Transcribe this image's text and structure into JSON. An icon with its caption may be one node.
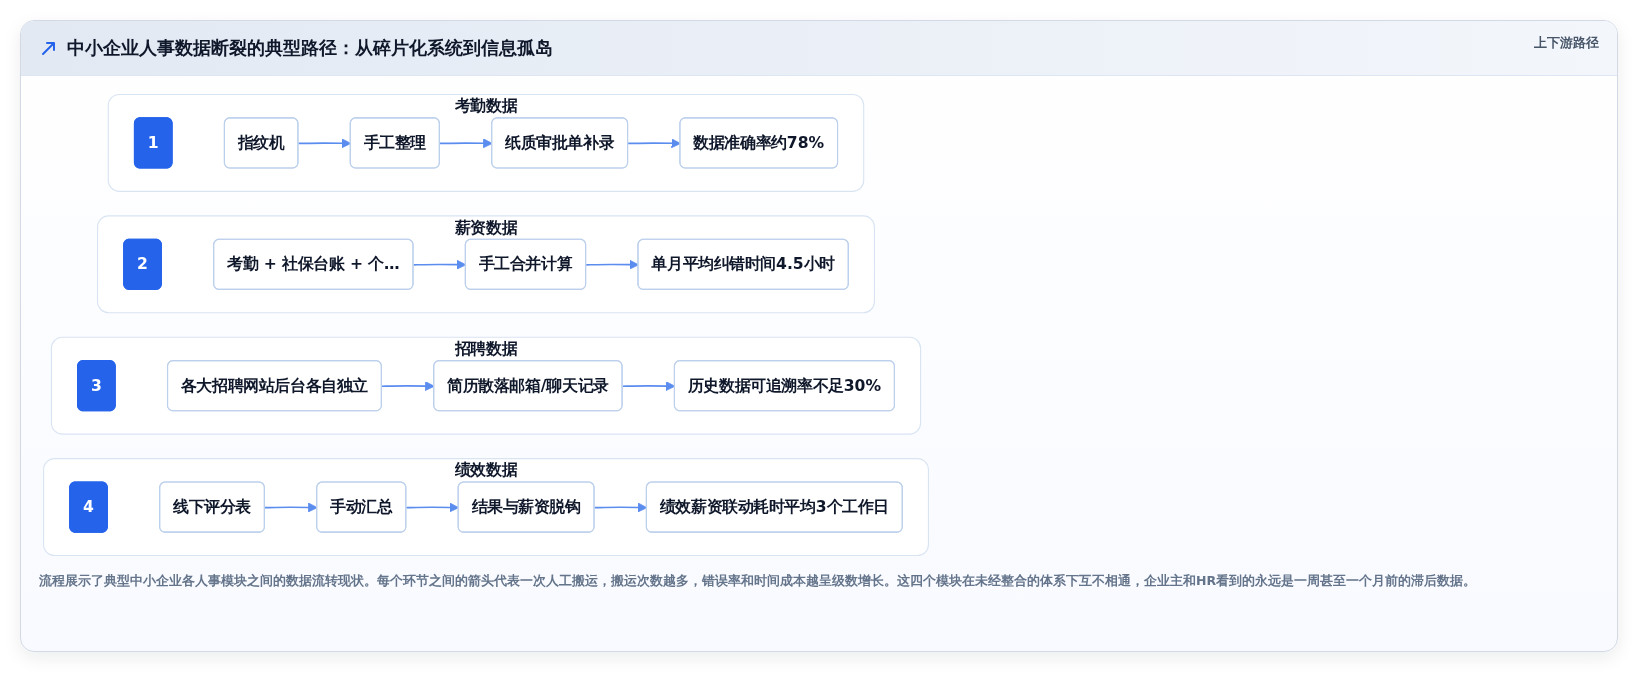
{
  "diagram": {
    "title": "中小企业人事数据断裂的典型路径：从碎片化系统到信息孤岛",
    "caption": "流程展示了典型中小企业各人事模块之间的数据流转现状。每个环节之间的箭头代表一次人工搬运，搬运次数越多，错误率和时间成本越呈级数增长。这四个模块在未经整合的体系下互不相通，企业主和HR看到的永远是一周甚至一个月前的滞后数据。",
    "nodes": [
      {
        "text": [
          "考勤数据"
        ]
      },
      {
        "text": [
          "1"
        ],
        "in": 0
      },
      {
        "text": [
          "指纹机"
        ],
        "in": 0
      },
      {
        "text": [
          "手工整理"
        ],
        "in": 0
      },
      {
        "text": [
          "纸质审批单补录"
        ],
        "in": 0
      },
      {
        "text": [
          "数据准确率约78%"
        ],
        "in": 0
      },
      {
        "text": [
          "薪资数据"
        ]
      },
      {
        "text": [
          "2"
        ],
        "in": 6
      },
      {
        "text": [
          "考勤 + 社保台账 + 个…"
        ],
        "in": 6
      },
      {
        "text": [
          "手工合并计算"
        ],
        "in": 6
      },
      {
        "text": [
          "单月平均纠错时间4.5小时"
        ],
        "in": 6
      },
      {
        "text": [
          "招聘数据"
        ]
      },
      {
        "text": [
          "3"
        ],
        "in": 11
      },
      {
        "text": [
          "各大招聘网站后台各自独立"
        ],
        "in": 11
      },
      {
        "text": [
          "简历散落邮箱/聊天记录"
        ],
        "in": 11
      },
      {
        "text": [
          "历史数据可追溯率不足30%"
        ],
        "in": 11
      },
      {
        "text": [
          "绩效数据"
        ]
      },
      {
        "text": [
          "4"
        ],
        "in": 16
      },
      {
        "text": [
          "线下评分表"
        ],
        "in": 16
      },
      {
        "text": [
          "手动汇总"
        ],
        "in": 16
      },
      {
        "text": [
          "结果与薪资脱钩"
        ],
        "in": 16
      },
      {
        "text": [
          "绩效薪资联动耗时平均3个工作日"
        ],
        "in": 16
      }
    ],
    "edges": [
      {
        "from": 2,
        "to": 3,
        "arrow": "to"
      },
      {
        "from": 3,
        "to": 4,
        "arrow": "to"
      },
      {
        "from": 4,
        "to": 5,
        "arrow": "to"
      },
      {
        "from": 8,
        "to": 9,
        "arrow": "to"
      },
      {
        "from": 9,
        "to": 10,
        "arrow": "to"
      },
      {
        "from": 13,
        "to": 14,
        "arrow": "to"
      },
      {
        "from": 14,
        "to": 15,
        "arrow": "to"
      },
      {
        "from": 18,
        "to": 19,
        "arrow": "to"
      },
      {
        "from": 19,
        "to": 20,
        "arrow": "to"
      },
      {
        "from": 20,
        "to": 21,
        "arrow": "to"
      }
    ],
    "labels": [
      "上下游路径"
    ]
  }
}
